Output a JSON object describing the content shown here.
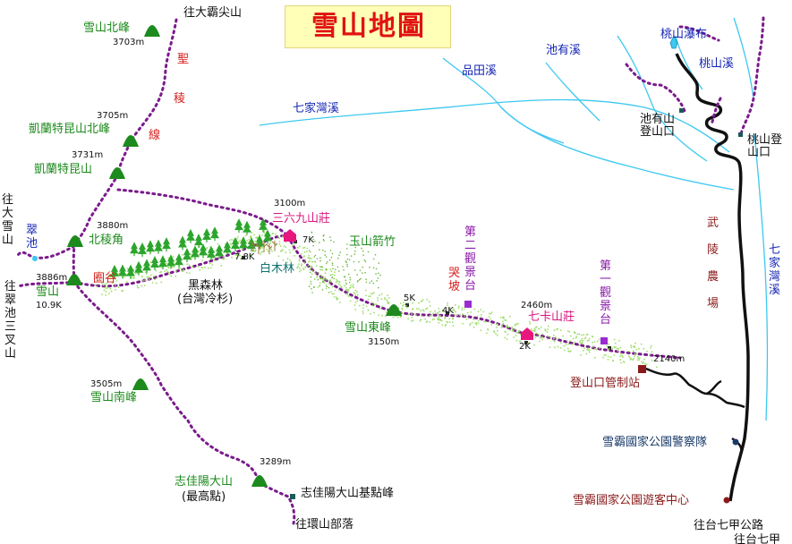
{
  "title": "雪山地圖",
  "colors": {
    "trail": "#7a1b8c",
    "stream": "#3ec8f0",
    "road": "#111111",
    "forest": "#2ca52c",
    "bamboo": "#9ddd6a",
    "summit": "#1d8a1d",
    "cabin": "#e8177e",
    "viewpoint": "#9b2bd0",
    "title_bg": "#ffffb8",
    "title_text": "#e01212"
  },
  "labels": {
    "dabajian": "往大霸尖山",
    "xueshan_north": "雪山北峰",
    "xueshan_north_elev": "3703m",
    "kailan_north": "凱蘭特昆山北峰",
    "kailan_north_elev": "3705m",
    "kailan": "凱蘭特昆山",
    "kailan_elev": "3731m",
    "beilengjiao": "北稜角",
    "beilengjiao_elev": "3880m",
    "cuichi_to_xueshan": "往大雪山",
    "cuichi": "翠池",
    "cuichi_sancha": "往翠池三叉山",
    "xueshan": "雪山",
    "xueshan_elev": "3886m",
    "xueshan_km": "10.9K",
    "quangu": "圈谷",
    "black_forest": "黑森林",
    "black_forest_sub": "(台灣冷杉)",
    "km_78": "7.8K",
    "baimulin": "白木林",
    "cabin_369": "三六九山莊",
    "cabin_369_elev": "3100m",
    "km_7": "7K",
    "yushan_bamboo": "玉山箭竹",
    "east_peak": "雪山東峰",
    "east_peak_elev": "3150m",
    "km_5": "5K",
    "km_4": "4K",
    "kupo": "哭坡",
    "view2": "第二觀景台",
    "qika_cabin": "七卡山莊",
    "qika_elev": "2460m",
    "km_2": "2K",
    "view1": "第一觀景台",
    "trailhead_elev": "2140m",
    "trailhead_station": "登山口管制站",
    "south_peak": "雪山南峰",
    "south_peak_elev": "3505m",
    "zhijiayang": "志佳陽大山",
    "zhijiayang_sub": "(最高點)",
    "zhijiayang_elev": "3289m",
    "zhijiayang_base": "志佳陽大山基點峰",
    "huanshan": "往環山部落",
    "shengleng_1": "聖",
    "shengleng_2": "稜",
    "shengleng_3": "線",
    "qijiawan_stream": "七家灣溪",
    "qijiawan_stream_right": "七家灣溪",
    "pintian_stream": "品田溪",
    "chiyou_stream": "池有溪",
    "taoshan_falls": "桃山瀑布",
    "taoshan_stream": "桃山溪",
    "chiyou_trailhead": "池有山登山口",
    "taoshan_trailhead": "桃山登山口",
    "wuling_farm": "武陵農場",
    "police": "雪霸國家公園警察隊",
    "visitor_center": "雪霸國家公園遊客中心",
    "highway": "往台七甲公路",
    "highway_cut": "往台七甲"
  }
}
